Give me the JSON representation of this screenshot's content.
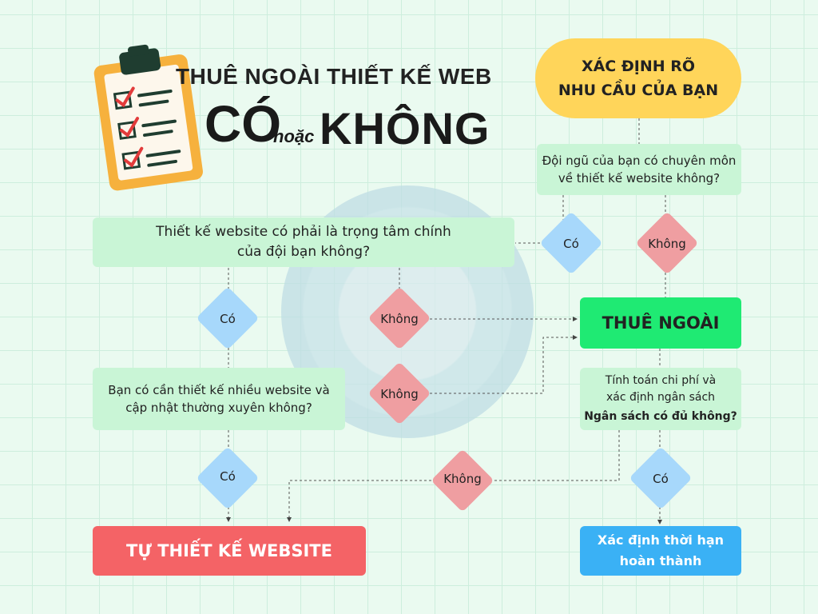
{
  "title": {
    "line1": "THUÊ NGOÀI THIẾT KẾ WEB",
    "co": "CÓ",
    "hoac": "hoặc",
    "khong": "KHÔNG"
  },
  "nodes": {
    "need": [
      "XÁC ĐỊNH RÕ",
      "NHU CẦU CỦA BẠN"
    ],
    "q_expertise": [
      "Đội ngũ của bạn có chuyên môn",
      "về thiết kế website không?"
    ],
    "q_focus": [
      "Thiết kế website có phải là trọng tâm chính",
      "của đội bạn không?"
    ],
    "q_many": [
      "Bạn có cần thiết kế nhiều website và",
      "cập nhật thường xuyên không?"
    ],
    "outsource": "THUÊ NGOÀI",
    "budget": [
      "Tính toán chi phí và",
      "xác định ngân sách"
    ],
    "budget_q": "Ngân sách có đủ không?",
    "self_design": "TỰ THIẾT KẾ WEBSITE",
    "deadline": [
      "Xác định thời hạn",
      "hoàn thành"
    ]
  },
  "decisions": {
    "yes": "Có",
    "no": "Không"
  },
  "colors": {
    "need": "#ffd55a",
    "outsource": "#1fea73",
    "self_design": "#f46366",
    "deadline": "#3ab1f5",
    "yes_diamond": "#a7d8fb",
    "no_diamond": "#ef9ea1",
    "question_box": "#c9f5d6"
  },
  "icons": [
    "clipboard-checklist-icon"
  ]
}
